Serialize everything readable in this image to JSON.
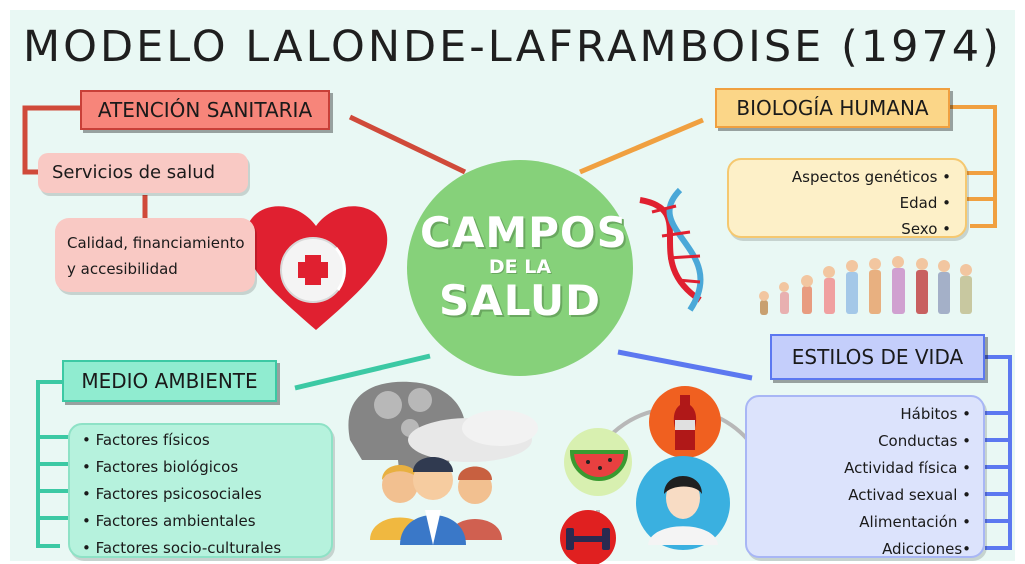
{
  "title": "MODELO LALONDE-LAFRAMBOISE (1974)",
  "center": {
    "line1": "CAMPOS",
    "line2": "DE LA",
    "line3": "SALUD"
  },
  "atencion": {
    "header": "ATENCIÓN SANITARIA",
    "servicios": "Servicios de salud",
    "calidad_line1": "Calidad, financiamiento",
    "calidad_line2": "y accesibilidad"
  },
  "biologia": {
    "header": "BIOLOGÍA HUMANA",
    "items": [
      "Aspectos genéticos •",
      "Edad •",
      "Sexo •"
    ]
  },
  "medio": {
    "header": "MEDIO AMBIENTE",
    "items": [
      "• Factores físicos",
      "• Factores biológicos",
      "• Factores psicosociales",
      "• Factores ambientales",
      "• Factores socio-culturales"
    ]
  },
  "estilos": {
    "header": "ESTILOS DE VIDA",
    "items": [
      "Hábitos •",
      "Conductas •",
      "Actividad física •",
      "Activad sexual •",
      "Alimentación •",
      "Adicciones•"
    ]
  },
  "colors": {
    "red": "#e05a4a",
    "orange": "#f0a040",
    "teal": "#3cc9a4",
    "blue": "#5c78f0",
    "center": "#86d17a"
  },
  "icons": [
    "heart-first-aid-icon",
    "dna-icon",
    "human-growth-icon",
    "head-gears-icon",
    "people-group-icon",
    "watermelon-icon",
    "soda-bottle-icon",
    "person-avatar-icon",
    "dumbbell-icon"
  ]
}
